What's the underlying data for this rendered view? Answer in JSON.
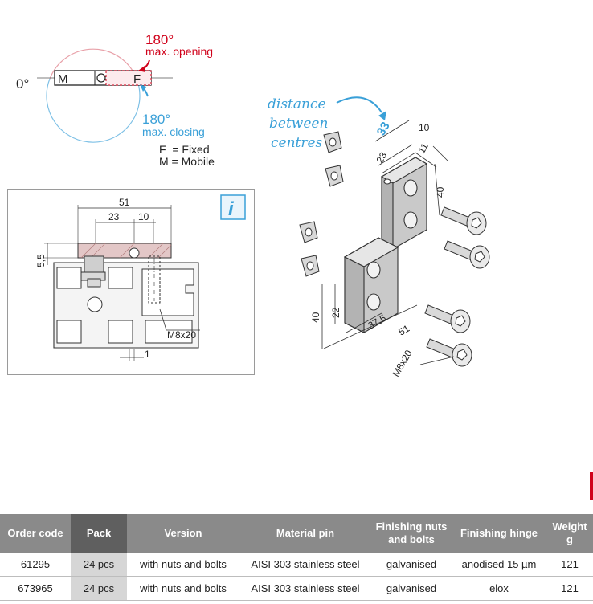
{
  "opening_diagram": {
    "zero_label": "0°",
    "m_label": "M",
    "f_label": "F",
    "opening_angle": "180°",
    "opening_text": "max. opening",
    "closing_angle": "180°",
    "closing_text": "max. closing",
    "legend_fixed": "F  = Fixed",
    "legend_mobile": "M = Mobile",
    "opening_color": "#d0021b",
    "closing_color": "#3aa0d8"
  },
  "profile_drawing": {
    "dim_51": "51",
    "dim_23": "23",
    "dim_10": "10",
    "dim_55": "5,5",
    "dim_1": "1",
    "screw_label": "M8x20",
    "info_icon": "info-icon"
  },
  "hinge_drawing": {
    "note_line1": "distance",
    "note_line2": "between",
    "note_line3": "centres",
    "dim_33": "33",
    "dim_10": "10",
    "dim_23": "23",
    "dim_11": "11",
    "dim_40_top": "40",
    "dim_40_bottom": "40",
    "dim_22": "22",
    "dim_375": "37,5",
    "dim_51": "51",
    "screw_label": "M8x20"
  },
  "table": {
    "headers": [
      "Order code",
      "Pack",
      "Version",
      "Material pin",
      "Finishing nuts and bolts",
      "Finishing hinge",
      "Weight g"
    ],
    "rows": [
      [
        "61295",
        "24 pcs",
        "with nuts and bolts",
        "AISI 303 stainless steel",
        "galvanised",
        "anodised 15 µm",
        "121"
      ],
      [
        "673965",
        "24 pcs",
        "with nuts and bolts",
        "AISI 303 stainless steel",
        "galvanised",
        "elox",
        "121"
      ]
    ]
  }
}
